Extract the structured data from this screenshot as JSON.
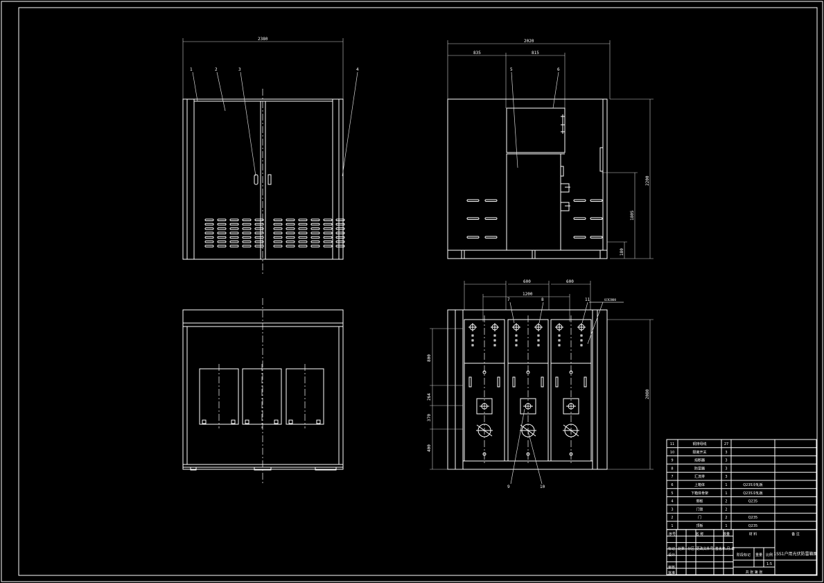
{
  "drawing": {
    "title": "1SS1户用光伏防雷箱图",
    "scale": "1:5"
  },
  "dimensions": {
    "front_width": "2380",
    "side_width": "2020",
    "side_part_a": "835",
    "side_part_b": "815",
    "side_height": "2200",
    "side_mid_height": "1805",
    "side_base_height": "180",
    "rear_module_a": "600",
    "rear_module_b": "600",
    "rear_inner": "1200",
    "rear_height": "2080",
    "rear_h1": "800",
    "rear_h2": "264",
    "rear_h3": "370",
    "rear_h4": "400",
    "rear_tag": "GCK2000"
  },
  "leaders": {
    "front": [
      "1",
      "2",
      "3",
      "4"
    ],
    "side": [
      "5",
      "6"
    ],
    "rear_top": [
      "7",
      "8",
      "11"
    ],
    "rear_bottom": [
      "9",
      "10"
    ]
  },
  "bom": {
    "rows": [
      {
        "no": "11",
        "name": "铜排母线",
        "qty": "27",
        "material": "",
        "remark": ""
      },
      {
        "no": "10",
        "name": "隔离开关",
        "qty": "3",
        "material": "",
        "remark": ""
      },
      {
        "no": "9",
        "name": "熔断器",
        "qty": "3",
        "material": "",
        "remark": ""
      },
      {
        "no": "8",
        "name": "防雷器",
        "qty": "3",
        "material": "",
        "remark": ""
      },
      {
        "no": "7",
        "name": "汇流排",
        "qty": "3",
        "material": "",
        "remark": ""
      },
      {
        "no": "6",
        "name": "上箱体",
        "qty": "1",
        "material": "Q235冷轧板",
        "remark": ""
      },
      {
        "no": "5",
        "name": "下箱体骨架",
        "qty": "1",
        "material": "Q235冷轧板",
        "remark": ""
      },
      {
        "no": "4",
        "name": "侧板",
        "qty": "2",
        "material": "Q235",
        "remark": ""
      },
      {
        "no": "3",
        "name": "门锁",
        "qty": "2",
        "material": "",
        "remark": ""
      },
      {
        "no": "2",
        "name": "门",
        "qty": "2",
        "material": "Q235",
        "remark": ""
      },
      {
        "no": "1",
        "name": "顶板",
        "qty": "1",
        "material": "Q235",
        "remark": ""
      }
    ],
    "header": {
      "no": "序号",
      "name": "名 称",
      "qty": "数量",
      "material": "材 料",
      "remark": "备 注"
    }
  },
  "titleblock": {
    "design": "设计",
    "check": "审核",
    "approve": "批准",
    "mark": "标记",
    "count": "处数",
    "zone": "分区",
    "doc": "更改文件号",
    "sign": "签名",
    "date": "年.月.日",
    "stage": "阶段标记",
    "weight": "重量",
    "ratio": "比例",
    "sheets": "共 张 第 张"
  }
}
